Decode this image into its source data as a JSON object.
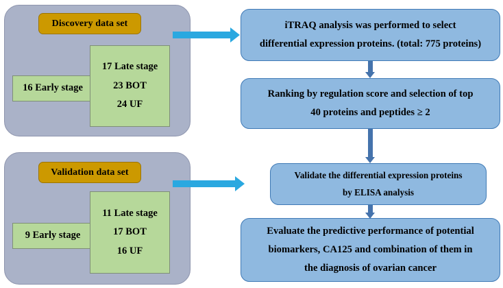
{
  "figure": {
    "type": "flowchart",
    "title": "Study workflow for iTRAQ proteomic biomarker discovery and validation in ovarian cancer"
  },
  "colors": {
    "panel_fill": "#aab2c8",
    "panel_border": "#8d94ad",
    "chip_fill": "#cc9900",
    "chip_border": "#9c7400",
    "green_fill": "#b6d89a",
    "green_border": "#7f8f76",
    "process_fill": "#8fb9e0",
    "process_border": "#3f79b5",
    "vertical_arrow": "#4573ac",
    "horizontal_arrow": "#2aa8e0",
    "text": "#000000"
  },
  "datasets": [
    {
      "id": "discovery",
      "title": "Discovery data set",
      "early": {
        "label": "16 Early stage",
        "count": 16,
        "group": "Early stage"
      },
      "late": {
        "lines": [
          "17 Late stage",
          "23 BOT",
          "24 UF"
        ],
        "items": [
          {
            "count": 17,
            "group": "Late stage"
          },
          {
            "count": 23,
            "group": "BOT"
          },
          {
            "count": 24,
            "group": "UF"
          }
        ]
      }
    },
    {
      "id": "validation",
      "title": "Validation data set",
      "early": {
        "label": "9 Early stage",
        "count": 9,
        "group": "Early stage"
      },
      "late": {
        "lines": [
          "11 Late stage",
          "17 BOT",
          "16 UF"
        ],
        "items": [
          {
            "count": 11,
            "group": "Late stage"
          },
          {
            "count": 17,
            "group": "BOT"
          },
          {
            "count": 16,
            "group": "UF"
          }
        ]
      }
    }
  ],
  "steps": [
    {
      "id": "step-itraq",
      "lines": [
        "iTRAQ analysis was performed to select",
        "differential expression proteins. (total: 775 proteins)"
      ],
      "total_proteins": 775
    },
    {
      "id": "step-ranking",
      "lines": [
        "Ranking by regulation score and selection of top",
        "40 proteins and peptides ≥ 2"
      ],
      "top_proteins": 40,
      "min_peptides": 2
    },
    {
      "id": "step-elisa",
      "lines": [
        "Validate the differential expression proteins",
        "by ELISA analysis"
      ]
    },
    {
      "id": "step-evaluate",
      "lines": [
        "Evaluate the predictive performance of potential",
        "biomarkers, CA125 and combination of them in",
        "the diagnosis of ovarian cancer"
      ]
    }
  ],
  "connectors": [
    {
      "id": "discovery-to-itraq",
      "from": "discovery",
      "to": "step-itraq",
      "orientation": "horizontal"
    },
    {
      "id": "itraq-to-ranking",
      "from": "step-itraq",
      "to": "step-ranking",
      "orientation": "vertical"
    },
    {
      "id": "ranking-to-elisa",
      "from": "step-ranking",
      "to": "step-elisa",
      "orientation": "vertical"
    },
    {
      "id": "validation-to-elisa",
      "from": "validation",
      "to": "step-elisa",
      "orientation": "horizontal"
    },
    {
      "id": "elisa-to-evaluate",
      "from": "step-elisa",
      "to": "step-evaluate",
      "orientation": "vertical"
    }
  ]
}
